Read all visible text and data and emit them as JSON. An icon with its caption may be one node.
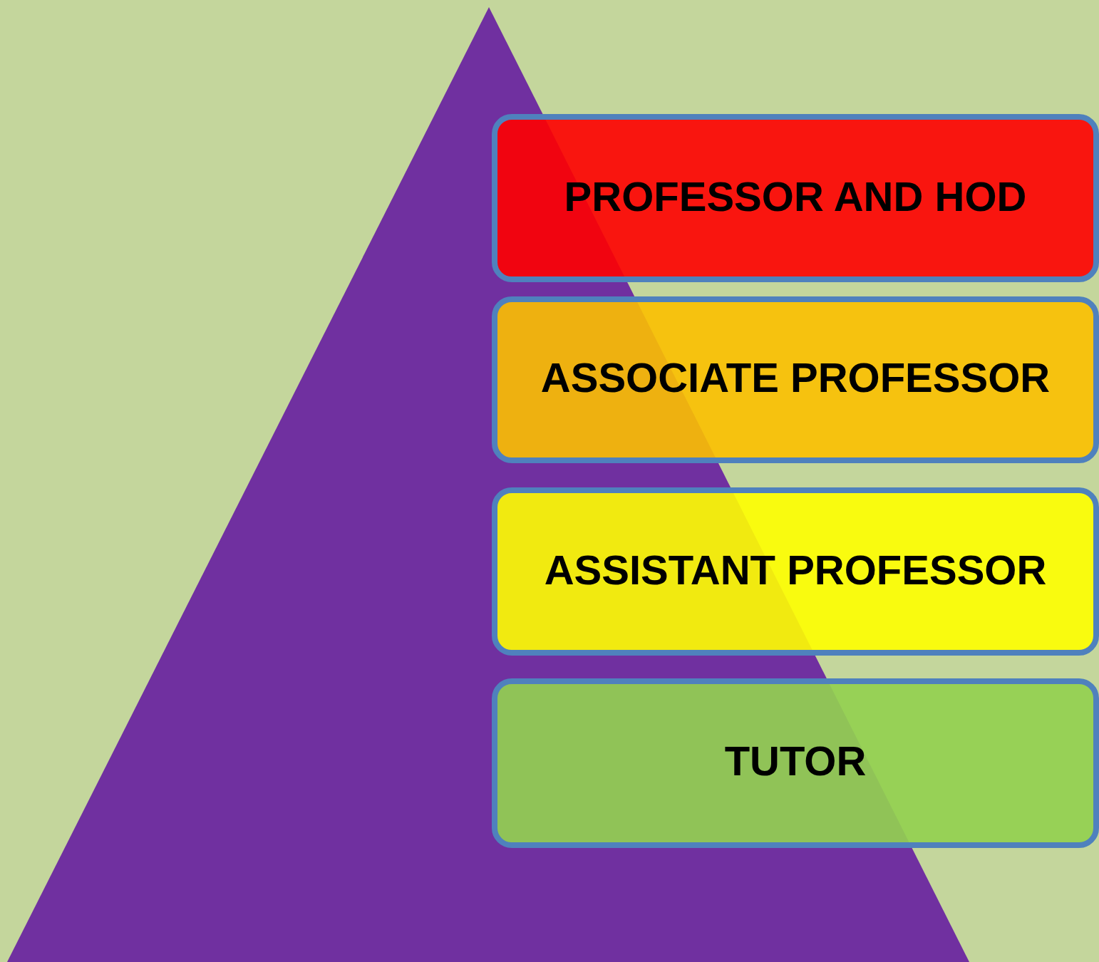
{
  "diagram": {
    "nodes": [
      {
        "text": [
          "PROFESSOR AND HOD"
        ]
      },
      {
        "text": [
          "ASSOCIATE PROFESSOR"
        ]
      },
      {
        "text": [
          "ASSISTANT PROFESSOR"
        ]
      },
      {
        "text": [
          "TUTOR"
        ]
      }
    ]
  }
}
